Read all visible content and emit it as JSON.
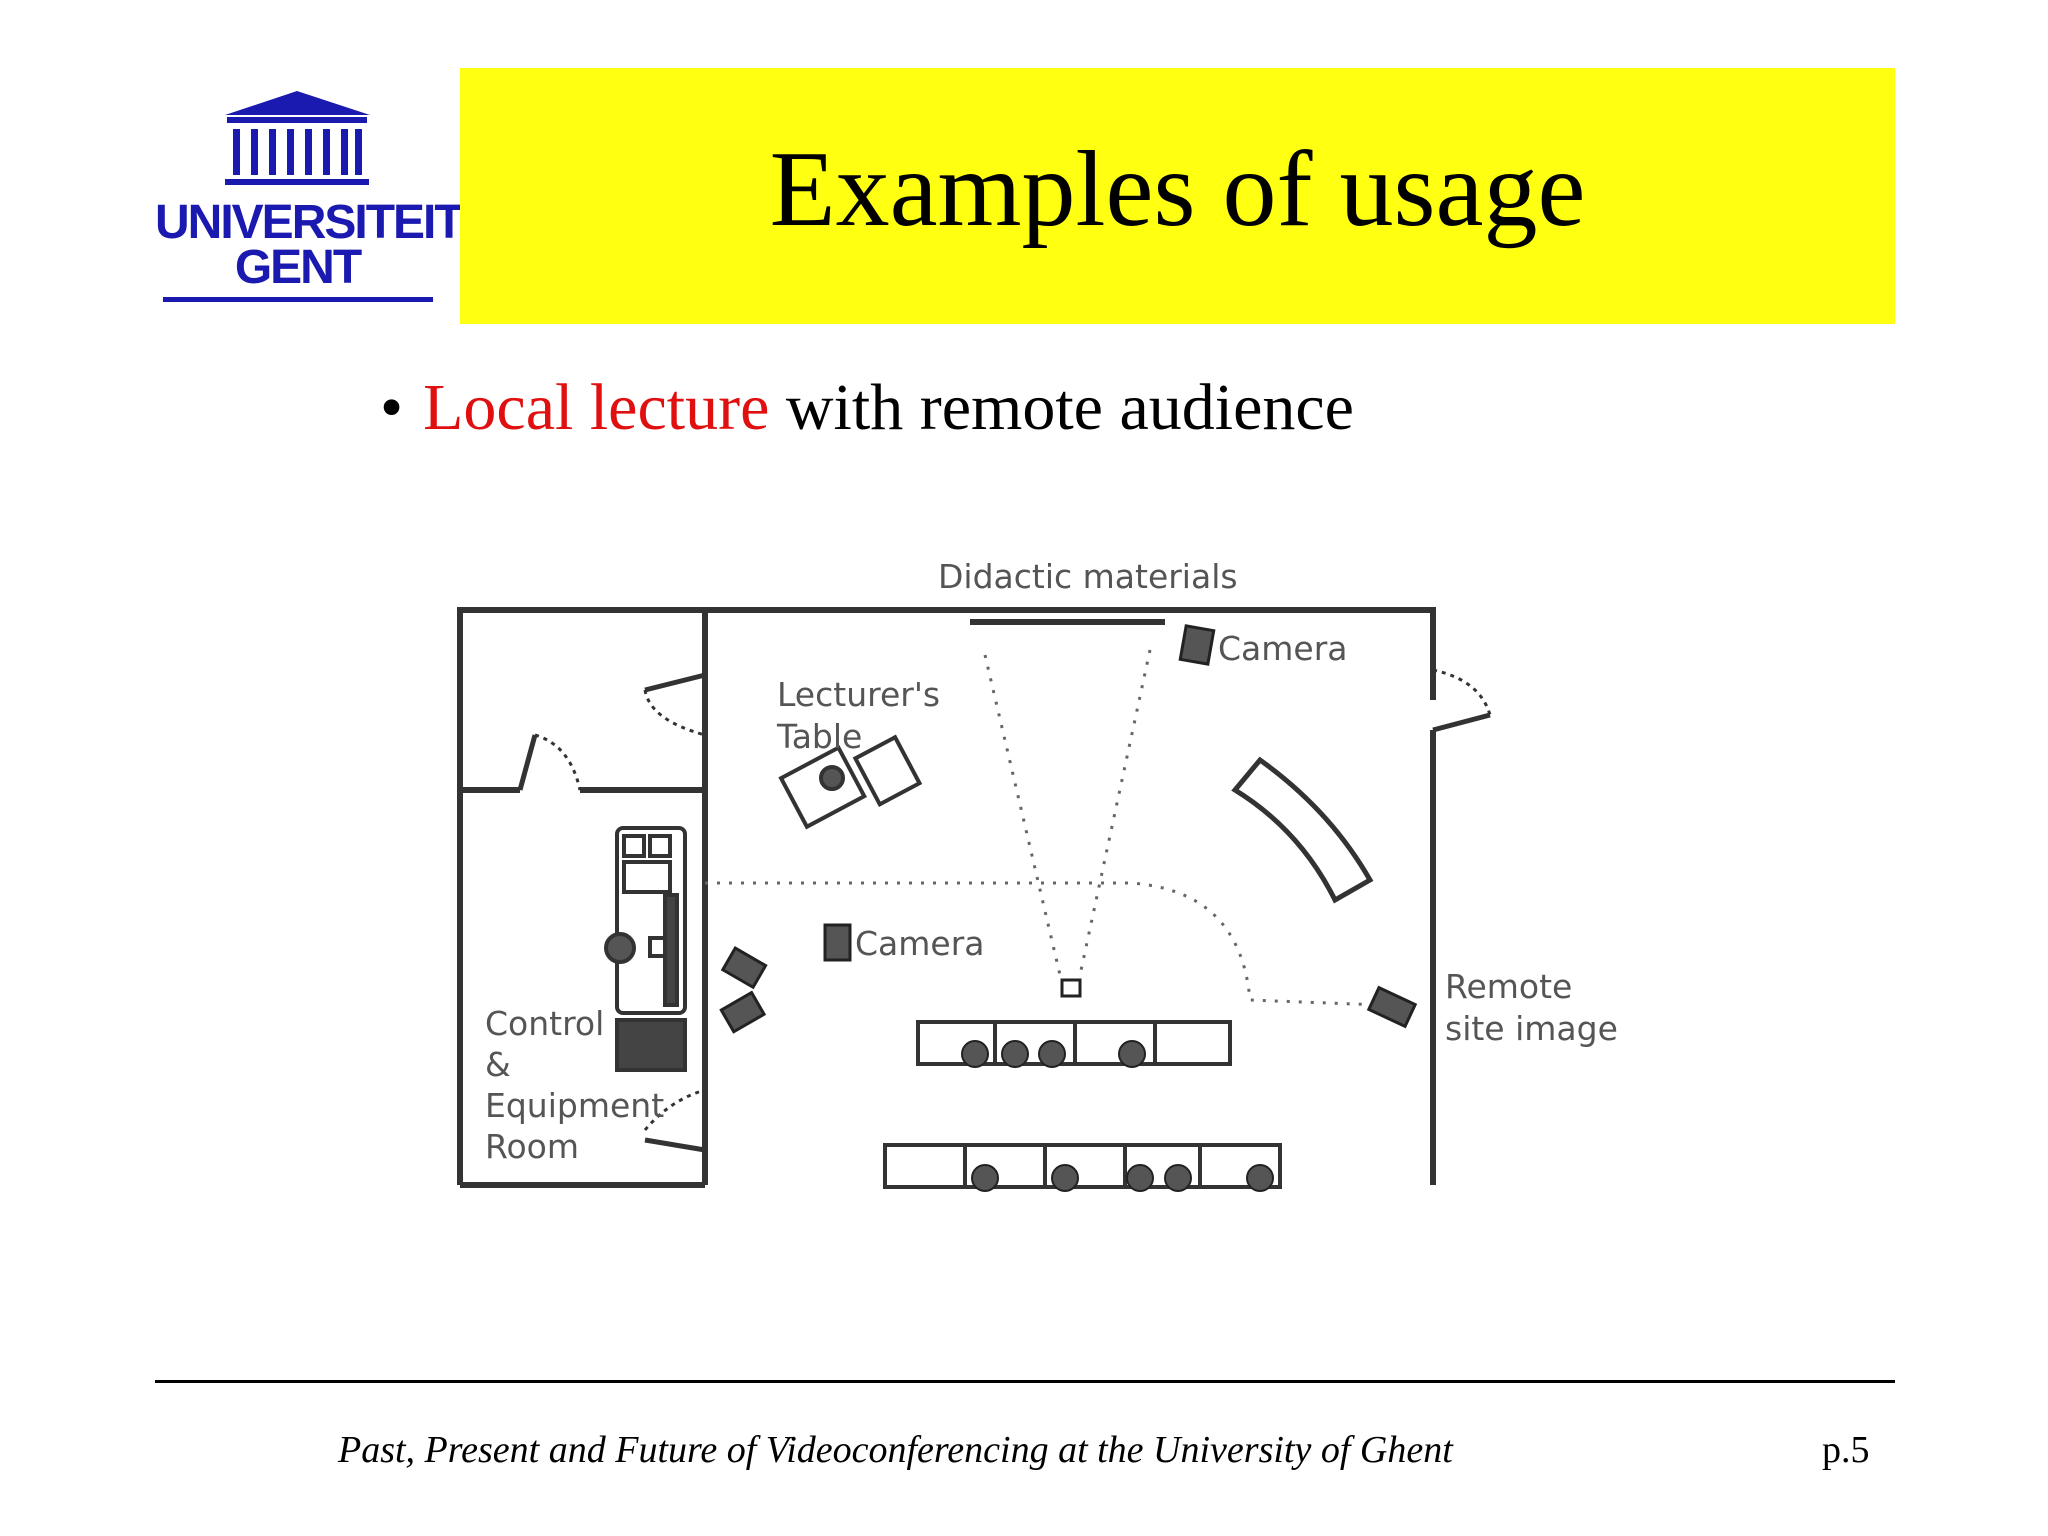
{
  "logo": {
    "line1": "UNIVERSITEIT",
    "line2": "GENT",
    "color": "#1a1ab0"
  },
  "title": "Examples of usage",
  "bullet": {
    "highlight": "Local lecture",
    "rest": " with remote audience",
    "highlight_color": "#e01010"
  },
  "diagram": {
    "didactic": "Didactic materials",
    "camera_top": "Camera",
    "lecturers_table": [
      "Lecturer's",
      "Table"
    ],
    "camera_mid": "Camera",
    "remote_site": [
      "Remote",
      "site image"
    ],
    "control_room": [
      "Control",
      "&",
      "Equipment",
      "Room"
    ]
  },
  "footer": {
    "text": "Past, Present and Future of Videoconferencing at the University of Ghent",
    "page": "p.5"
  },
  "colors": {
    "title_band": "#ffff12"
  }
}
